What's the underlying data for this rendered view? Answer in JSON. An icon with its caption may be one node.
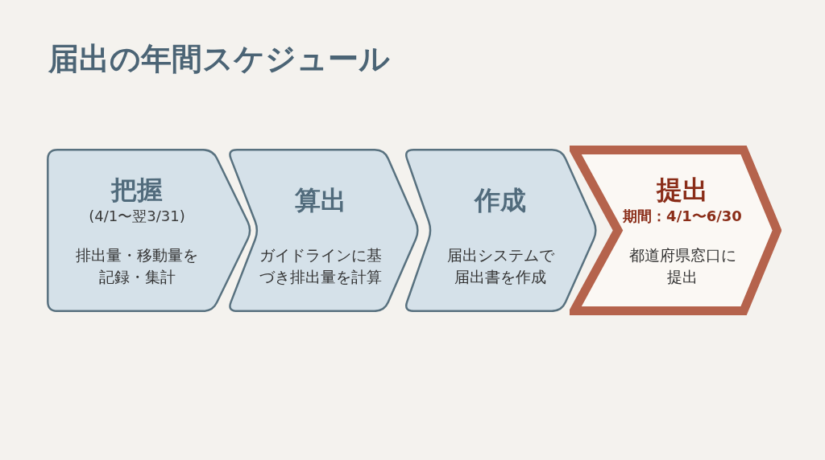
{
  "diagram": {
    "title": "届出の年間スケジュール",
    "nodes": [
      {
        "text": [
          "把握",
          "(4/1〜翌3/31)",
          "排出量・移動量を記録・集計"
        ]
      },
      {
        "text": [
          "算出",
          "ガイドラインに基づき排出量を計算"
        ]
      },
      {
        "text": [
          "作成",
          "届出システムで届出書を作成"
        ]
      },
      {
        "text": [
          "提出",
          "期間：4/1〜6/30",
          "都道府県窓口に提出"
        ]
      }
    ]
  }
}
